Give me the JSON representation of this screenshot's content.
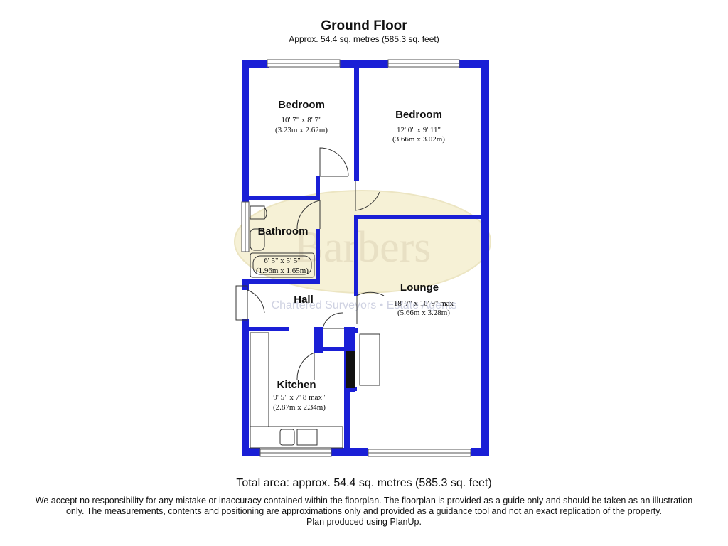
{
  "header": {
    "title": "Ground Floor",
    "subtitle": "Approx.  54.4 sq. metres (585.3 sq. feet)"
  },
  "watermark": {
    "brand": "Barbers",
    "tagline": "Chartered Surveyors • Estate Agents"
  },
  "rooms": {
    "bedroom1": {
      "name": "Bedroom",
      "dim_imperial": "10' 7\" x 8' 7\"",
      "dim_metric": "(3.23m x 2.62m)"
    },
    "bedroom2": {
      "name": "Bedroom",
      "dim_imperial": "12' 0\" x 9' 11\"",
      "dim_metric": "(3.66m x 3.02m)"
    },
    "bathroom": {
      "name": "Bathroom",
      "dim_imperial": "6' 5\" x 5' 5\"",
      "dim_metric": "(1.96m x 1.65m)"
    },
    "hall": {
      "name": "Hall"
    },
    "lounge": {
      "name": "Lounge",
      "dim_imperial": "18' 7\" x 10' 9\" max",
      "dim_metric": "(5.66m x 3.28m)"
    },
    "kitchen": {
      "name": "Kitchen",
      "dim_imperial": "9' 5\" x 7' 8 max\"",
      "dim_metric": "(2.87m x 2.34m)"
    }
  },
  "footer": {
    "total": "Total area: approx.  54.4 sq. metres (585.3 sq. feet)",
    "disclaimer_1": "We accept no responsibility for any mistake or inaccuracy contained within the floorplan. The floorplan is provided as a guide only and should be taken as an illustration",
    "disclaimer_2": "only. The measurements, contents and positioning are approximations only and provided as a guidance tool and not an exact replication of the property.",
    "disclaimer_3": "Plan produced using PlanUp."
  },
  "colors": {
    "wall": "#1a1fd6",
    "floor": "#ffffff",
    "logo_fill": "#f4efd2"
  }
}
